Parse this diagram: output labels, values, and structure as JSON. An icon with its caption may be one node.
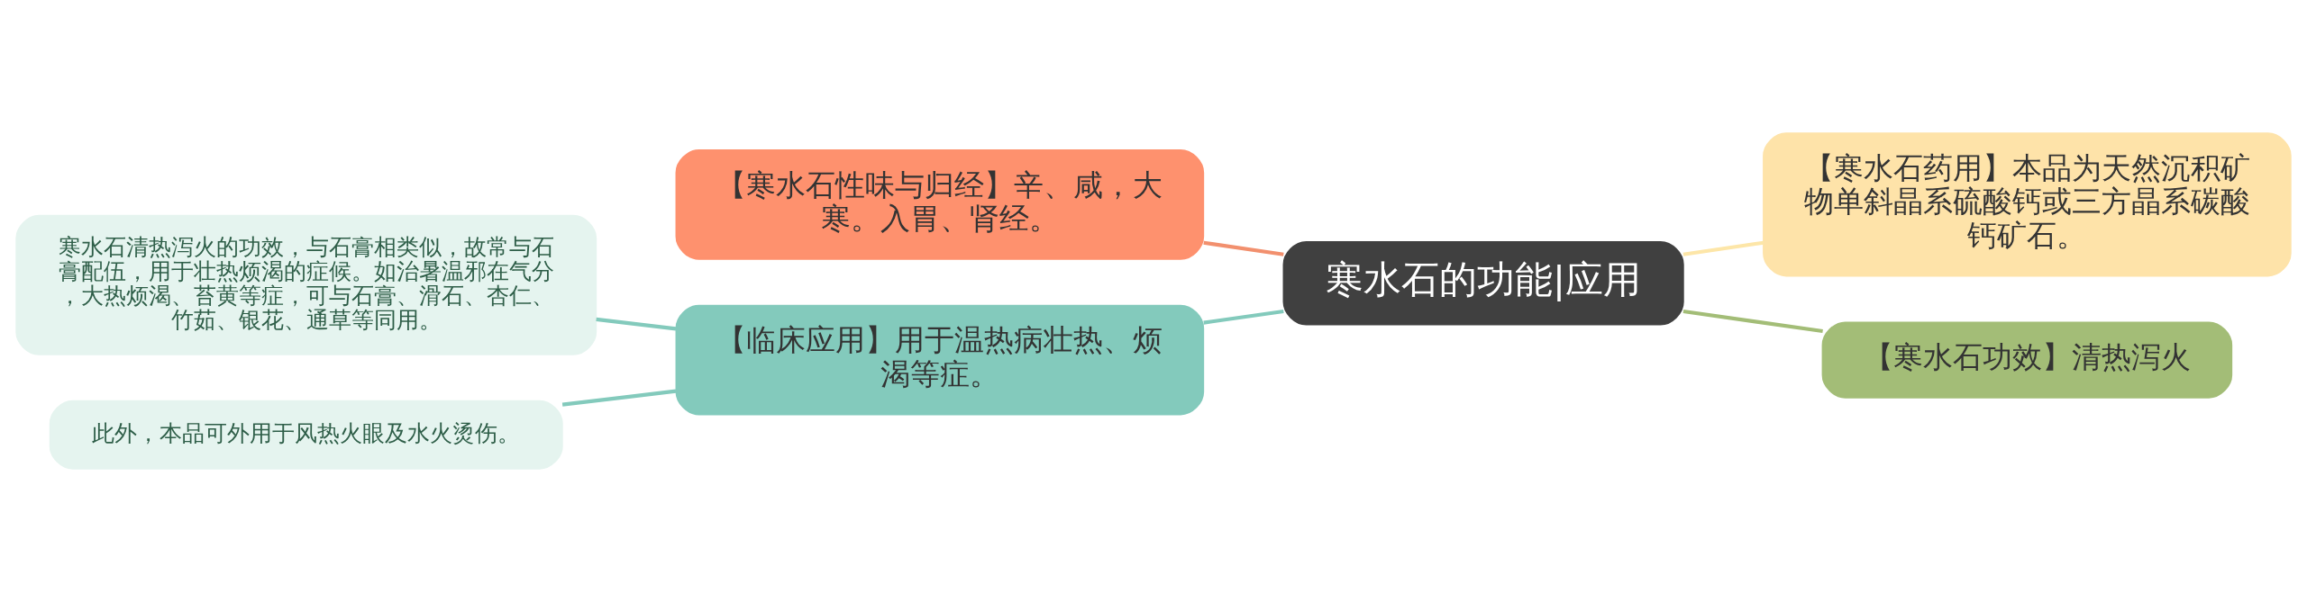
{
  "diagram": {
    "nodes": [
      {
        "text": [
          "寒水石的功能|应用"
        ]
      },
      {
        "text": [
          "【寒水石性味与归经】辛、咸，大寒。入胃、肾经。"
        ]
      },
      {
        "text": [
          "【临床应用】用于温热病壮热、烦渴等症。"
        ]
      },
      {
        "text": [
          "寒水石清热泻火的功效，与石膏相类似，故常与石膏配伍，用于壮热烦渴的症候。如治暑温邪在气分，大热烦渴、苔黄等症，可与石膏、滑石、杏仁、竹茹、银花、通草等同用。"
        ]
      },
      {
        "text": [
          "此外，本品可外用于风热火眼及水火烫伤。"
        ]
      },
      {
        "text": [
          "【寒水石药用】本品为天然沉积矿物单斜晶系硫酸钙或三方晶系碳酸钙矿石。"
        ]
      },
      {
        "text": [
          "【寒水石功效】清热泻火"
        ]
      }
    ],
    "edges": [
      {
        "from": 0,
        "to": 1,
        "arrow": "none",
        "color": "#f2906e"
      },
      {
        "from": 0,
        "to": 2,
        "arrow": "none",
        "color": "#83cabc"
      },
      {
        "from": 2,
        "to": 3,
        "arrow": "none",
        "color": "#83cabc"
      },
      {
        "from": 2,
        "to": 4,
        "arrow": "none",
        "color": "#83cabc"
      },
      {
        "from": 0,
        "to": 5,
        "arrow": "none",
        "color": "#fde6a8"
      },
      {
        "from": 0,
        "to": 6,
        "arrow": "none",
        "color": "#a3bd77"
      }
    ]
  }
}
